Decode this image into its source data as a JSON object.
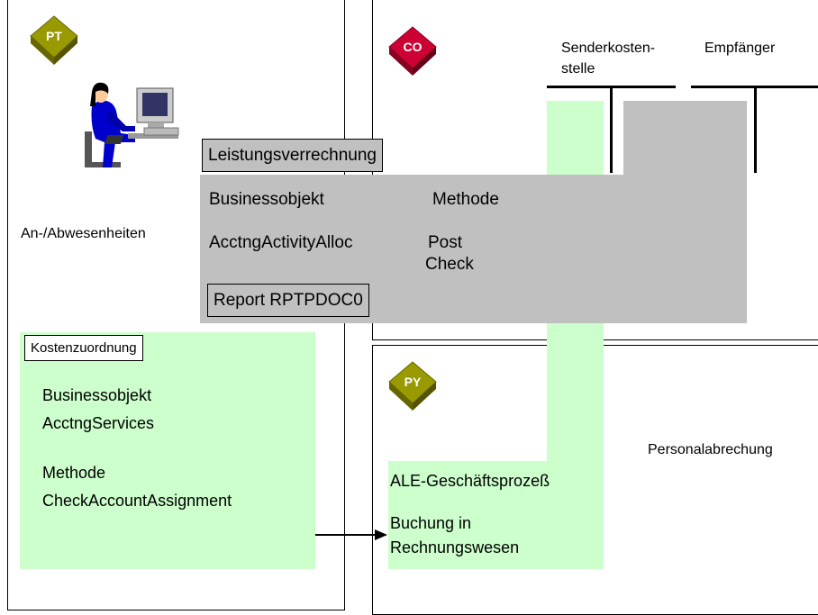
{
  "badges": {
    "pt": "PT",
    "co": "CO",
    "py": "PY"
  },
  "labels": {
    "absences": "An-/Abwesenheiten",
    "sender_cost_center_line1": "Senderkosten-",
    "sender_cost_center_line2": "stelle",
    "receiver": "Empfänger",
    "payroll": "Personalabrechung"
  },
  "activity_allocation": {
    "title": "Leistungsverrechnung",
    "col_business_object": "Businessobjekt",
    "col_method": "Methode",
    "object_name": "AcctngActivityAlloc",
    "method_post": "Post",
    "method_check": "Check",
    "report": "Report RPTPDOC0"
  },
  "cost_assignment": {
    "title": "Kostenzuordnung",
    "business_object_label": "Businessobjekt",
    "business_object_value": "AcctngServices",
    "method_label": "Methode",
    "method_value": "CheckAccountAssignment"
  },
  "ale": {
    "title": "ALE-Geschäftsprozeß",
    "line1": "Buchung in",
    "line2": "Rechnungswesen"
  },
  "colors": {
    "green_area": "#ccffcc",
    "grey_area": "#c0c0c0",
    "pt_badge": "#999900",
    "co_badge": "#cc0033",
    "py_badge": "#999900"
  }
}
